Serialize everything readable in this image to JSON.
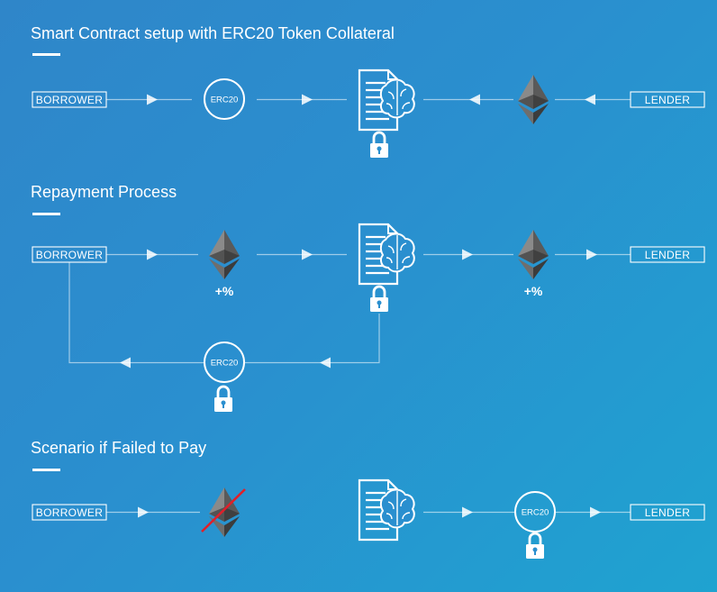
{
  "sections": [
    {
      "title": "Smart Contract setup with ERC20 Token Collateral"
    },
    {
      "title": "Repayment Process"
    },
    {
      "title": "Scenario if Failed to Pay"
    }
  ],
  "labels": {
    "borrower": "BORROWER",
    "lender": "LENDER",
    "erc20": "ERC20",
    "interest": "+%"
  },
  "icons": [
    "document-brain-icon",
    "padlock-icon",
    "ethereum-icon",
    "erc20-token-icon",
    "arrow-icon"
  ],
  "colors": {
    "background_start": "#2f86c9",
    "background_end": "#1fa3d0",
    "foreground": "#ffffff",
    "cross_out": "#e0202a"
  }
}
